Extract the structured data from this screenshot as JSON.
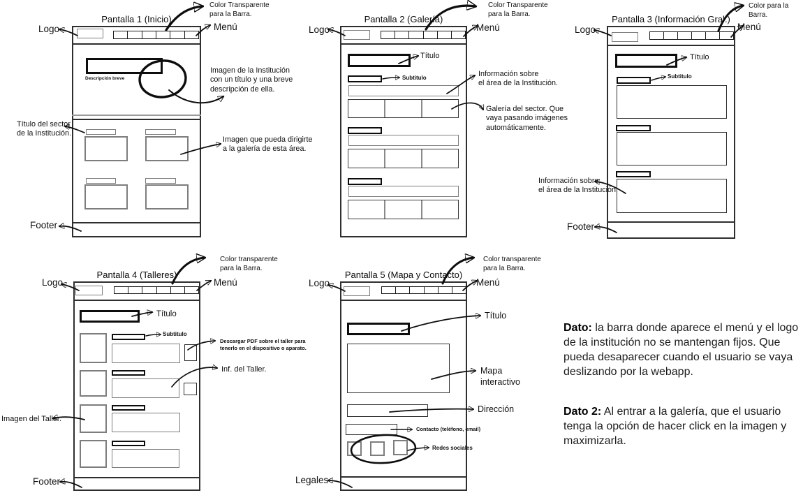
{
  "common": {
    "logo": "Logo",
    "menu": "Menú",
    "footer": "Footer"
  },
  "screen1": {
    "title": "Pantalla 1 (Inicio)",
    "bar_note": "Color Transparente\npara la Barra.",
    "desc_breve": "Descripción breve",
    "hero_note": "Imagen de la Institución\ncon un título y una breve\ndescripción de ella.",
    "sector_note": "Título del sector\nde la Institución.",
    "image_note": "Imagen que pueda dirigirte\na la galería de esta área."
  },
  "screen2": {
    "title": "Pantalla 2 (Galería)",
    "bar_note": "Color Transparente\npara la Barra.",
    "titulo": "Título",
    "subtitulo": "Subtitulo",
    "info_note": "Información sobre\nel área de la Institución.",
    "gallery_note": "Galería del sector. Que\nvaya pasando imágenes\nautomáticamente."
  },
  "screen3": {
    "title": "Pantalla 3 (Información Gral.)",
    "bar_note": "Color para la Barra.",
    "titulo": "Título",
    "subtitulo": "Subtitulo",
    "info_note": "Información sobre\nel área de la Institución."
  },
  "screen4": {
    "title": "Pantalla 4 (Talleres)",
    "bar_note": "Color transparente\npara la Barra.",
    "titulo": "Título",
    "subtitulo": "Subtitulo",
    "pdf_note": "Descargar PDF sobre el taller para\ntenerlo en el dispositivo o aparato.",
    "taller_info_note": "Inf. del Taller.",
    "taller_image_note": "Imagen del Taller."
  },
  "screen5": {
    "title": "Pantalla 5 (Mapa y Contacto)",
    "bar_note": "Color transparente\npara la Barra.",
    "titulo": "Título",
    "mapa_note": "Mapa\ninteractivo",
    "direccion": "Dirección",
    "contacto": "Contacto (teléfono, email)",
    "redes": "Redes sociales",
    "legales": "Legales"
  },
  "notes": {
    "dato1_label": "Dato:",
    "dato1_text": " la barra donde aparece el menú y el logo de la institución no se mantengan fijos. Que pueda desaparecer cuando el usuario se vaya deslizando por la webapp.",
    "dato2_label": "Dato 2:",
    "dato2_text": " Al entrar a la galería, que el usuario tenga la opción de hacer click en la imagen y maximizarla."
  }
}
